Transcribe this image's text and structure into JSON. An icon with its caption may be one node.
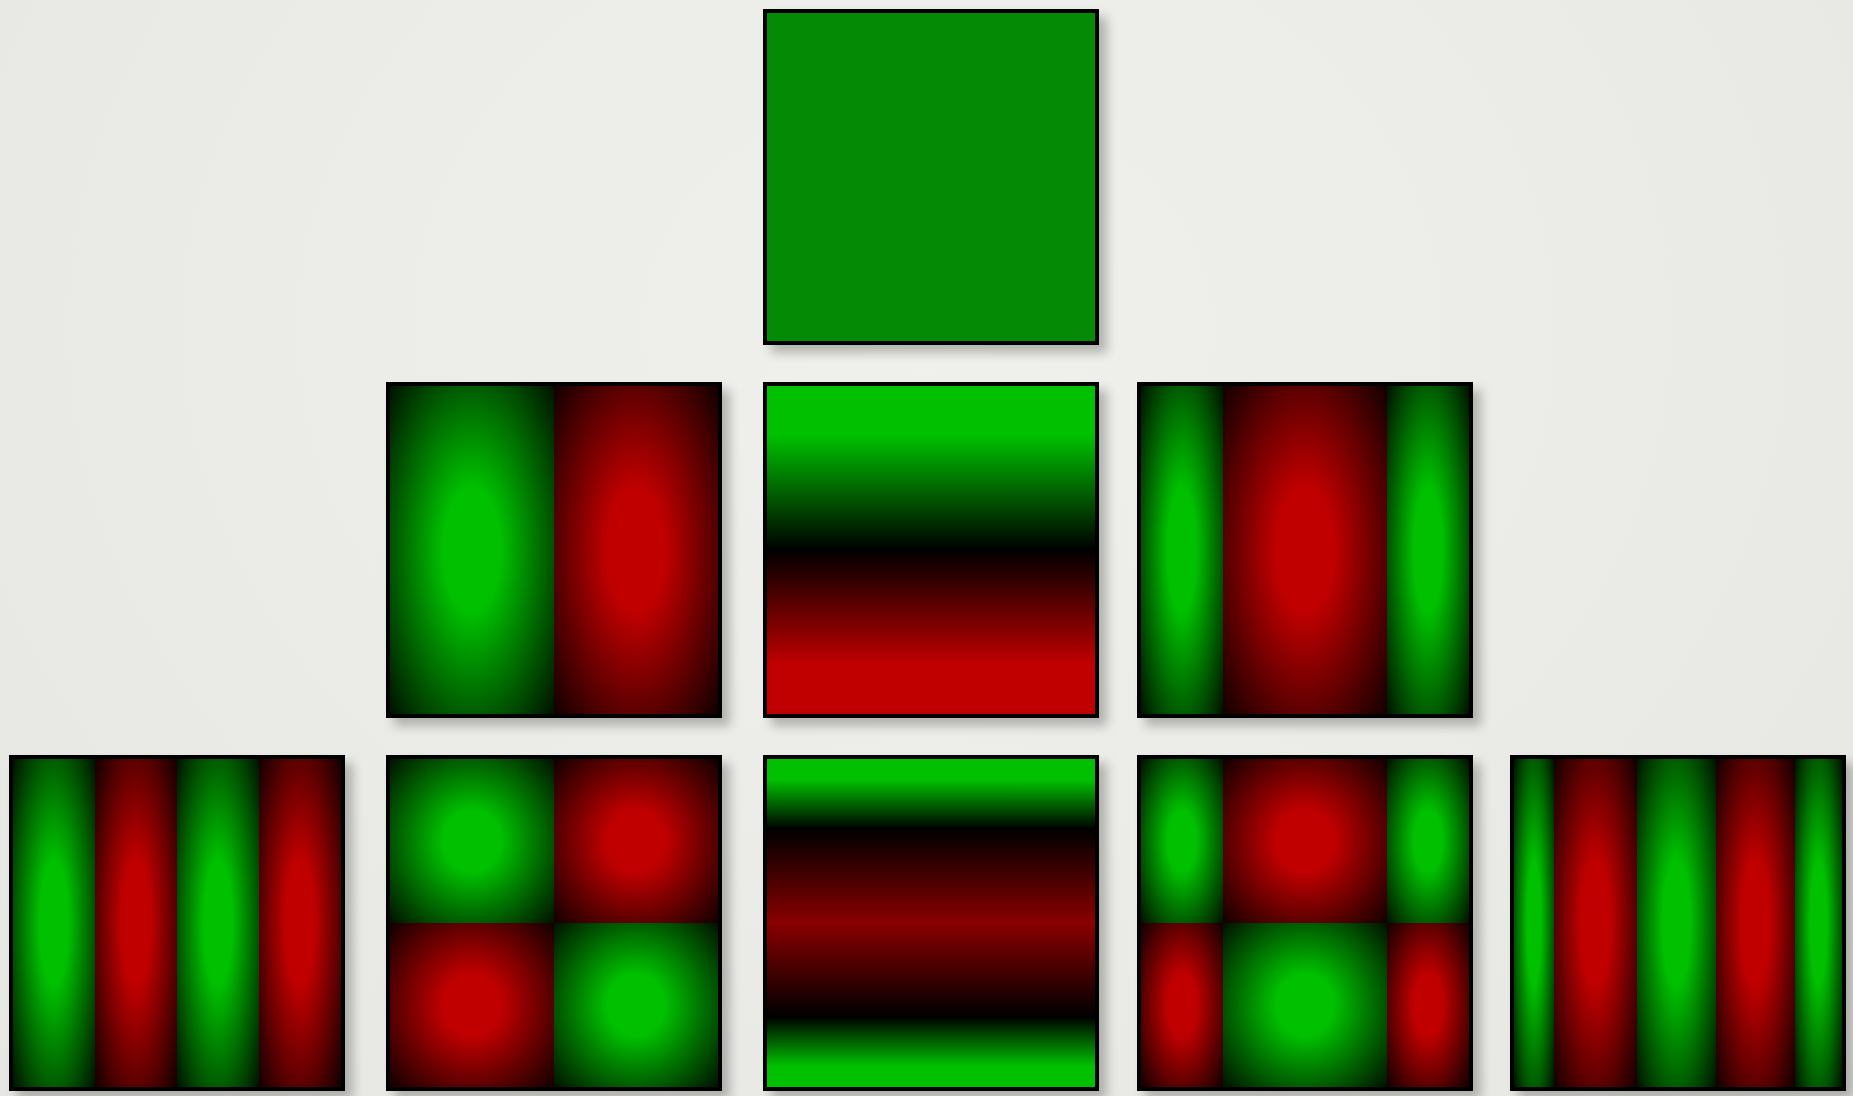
{
  "diagram": {
    "nodes": [
      {
        "text": [],
        "shape": "box"
      },
      {
        "text": [],
        "shape": "box"
      },
      {
        "text": [],
        "shape": "box"
      },
      {
        "text": [],
        "shape": "box"
      },
      {
        "text": [],
        "shape": "box"
      },
      {
        "text": [],
        "shape": "box"
      },
      {
        "text": [],
        "shape": "box"
      },
      {
        "text": [],
        "shape": "box"
      },
      {
        "text": [],
        "shape": "box"
      }
    ]
  }
}
